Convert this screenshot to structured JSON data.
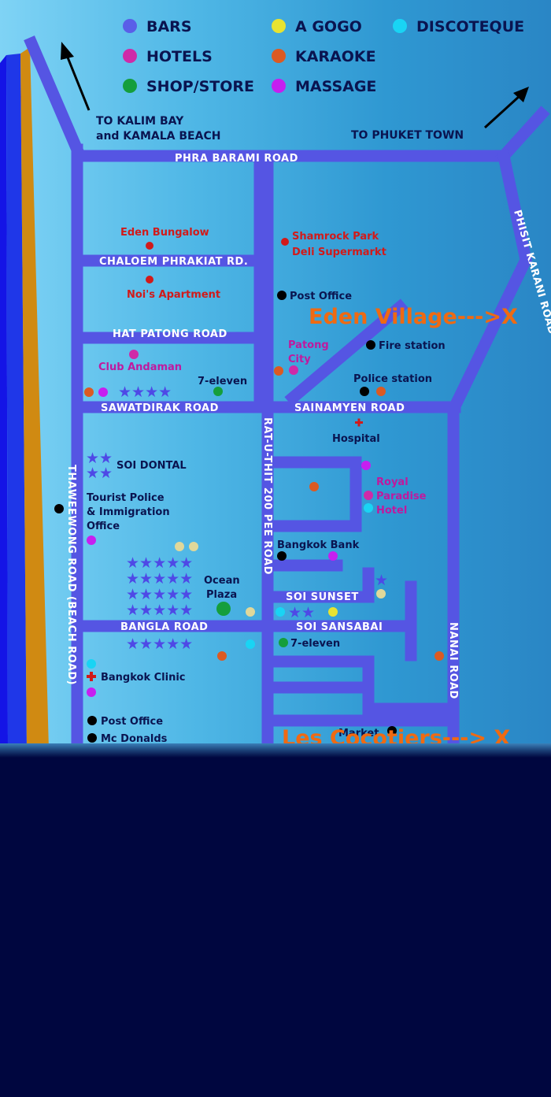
{
  "colors": {
    "bars": "#5a5ee8",
    "a_gogo": "#e7e331",
    "discoteque": "#19d4f4",
    "hotels": "#cf2aa8",
    "karaoke": "#dc5a22",
    "massage": "#c61ff0",
    "shop_store": "#159e3c",
    "road": "#5555e3",
    "eden": "#ef6a12"
  },
  "legend": {
    "bars": "BARS",
    "a_gogo": "A GOGO",
    "discoteque": "DISCOTEQUE",
    "hotels": "HOTELS",
    "karaoke": "KARAOKE",
    "shop_store": "SHOP/STORE",
    "massage": "MASSAGE"
  },
  "directions": {
    "kalim_line1": "TO KALIM BAY",
    "kalim_line2": "and KAMALA BEACH",
    "phuket": "TO PHUKET TOWN"
  },
  "roads": {
    "phra_barami": "PHRA BARAMI ROAD",
    "chaloem": "CHALOEM PHRAKIAT RD.",
    "hat_patong": "HAT PATONG ROAD",
    "sawatdirak": "SAWATDIRAK ROAD",
    "sainamyen": "SAINAMYEN ROAD",
    "bangla": "BANGLA ROAD",
    "soi_sunset": "SOI SUNSET",
    "soi_sansabai": "SOI SANSABAI",
    "thaweewong": "THAWEEWONG ROAD (BEACH ROAD)",
    "ratuthit": "RAT-U-THIT 200 PEE ROAD",
    "phisit": "PHISIT KARANI ROAD",
    "nanai": "NANAI ROAD"
  },
  "places": {
    "eden_bungalow": "Eden Bungalow",
    "nois_apartment": "Noi's Apartment",
    "shamrock_1": "Shamrock Park",
    "shamrock_2": "Deli Supermarkt",
    "post_office_top": "Post Office",
    "fire_station": "Fire station",
    "police_station": "Police station",
    "patong_1": "Patong",
    "patong_2": "City",
    "club_andaman": "Club Andaman",
    "seven_eleven_top": "7-eleven",
    "hospital": "Hospital",
    "soi_dontal": "SOI DONTAL",
    "tourist_1": "Tourist Police",
    "tourist_2": "& Immigration",
    "tourist_3": "Office",
    "royal_1": "Royal",
    "royal_2": "Paradise",
    "royal_3": "Hotel",
    "bangkok_bank": "Bangkok Bank",
    "ocean_1": "Ocean",
    "ocean_2": "Plaza",
    "seven_eleven_bottom": "7-eleven",
    "bangkok_clinic": "Bangkok Clinic",
    "post_office_bottom": "Post Office",
    "mc_donalds": "Mc Donalds",
    "market": "Market"
  },
  "annotations": {
    "eden_village": "Eden Village--->X",
    "les_cocotiers": "Les Cocotiers---> X"
  }
}
